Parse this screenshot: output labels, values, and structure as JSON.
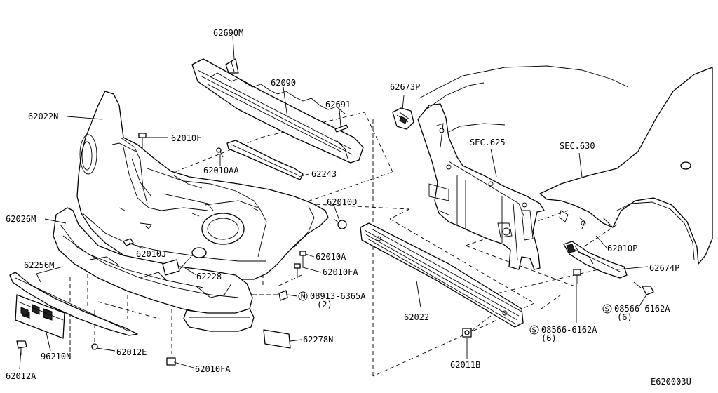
{
  "figure_code": "E620003U",
  "labels": {
    "p62690M": "62690M",
    "p62090": "62090",
    "p62691": "62691",
    "p62022N": "62022N",
    "p62010F": "62010F",
    "p62010AA": "62010AA",
    "p62243": "62243",
    "p62010D": "62010D",
    "p62026M": "62026M",
    "p62010J": "62010J",
    "p62228": "62228",
    "p62010A": "62010A",
    "p62010FA_a": "62010FA",
    "p62256M": "62256M",
    "p08913": "08913-6365A",
    "p08913_qty": "(2)",
    "p62278N": "62278N",
    "p96210N": "96210N",
    "p62012E": "62012E",
    "p62012A": "62012A",
    "p62010FA_b": "62010FA",
    "p62673P": "62673P",
    "sec625": "SEC.625",
    "sec630": "SEC.630",
    "p62022": "62022",
    "p62010P": "62010P",
    "p62674P": "62674P",
    "p08566_a": "08566-6162A",
    "p08566_a_qty": "(6)",
    "p08566_b": "08566-6162A",
    "p08566_b_qty": "(6)",
    "p62011B": "62011B"
  },
  "symbols": {
    "n_circle": "N",
    "s_circle": "S"
  }
}
